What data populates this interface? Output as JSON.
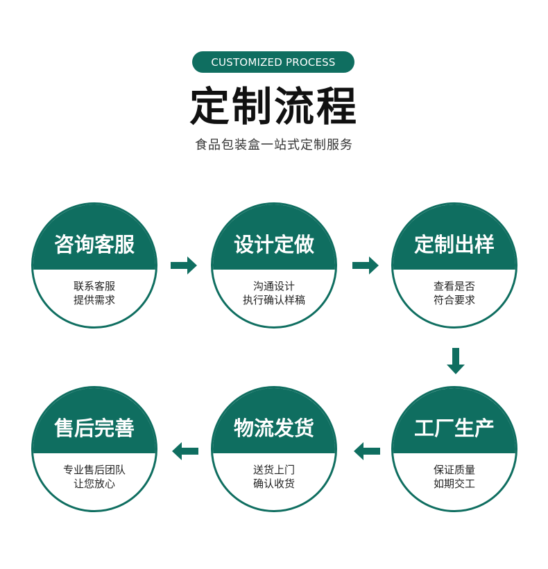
{
  "header": {
    "badge": "CUSTOMIZED PROCESS",
    "title": "定制流程",
    "subtitle": "食品包装盒一站式定制服务"
  },
  "colors": {
    "primary": "#0f6e60",
    "text": "#222222"
  },
  "steps": [
    {
      "name": "咨询客服",
      "desc": [
        "联系客服",
        "提供需求"
      ]
    },
    {
      "name": "设计定做",
      "desc": [
        "沟通设计",
        "执行确认样稿"
      ]
    },
    {
      "name": "定制出样",
      "desc": [
        "查看是否",
        "符合要求"
      ]
    },
    {
      "name": "工厂生产",
      "desc": [
        "保证质量",
        "如期交工"
      ]
    },
    {
      "name": "物流发货",
      "desc": [
        "送货上门",
        "确认收货"
      ]
    },
    {
      "name": "售后完善",
      "desc": [
        "专业售后团队",
        "让您放心"
      ]
    }
  ],
  "arrows": [
    {
      "direction": "right",
      "icon": "arrow-right-icon"
    },
    {
      "direction": "right",
      "icon": "arrow-right-icon"
    },
    {
      "direction": "down",
      "icon": "arrow-down-icon"
    },
    {
      "direction": "left",
      "icon": "arrow-left-icon"
    },
    {
      "direction": "left",
      "icon": "arrow-left-icon"
    }
  ]
}
